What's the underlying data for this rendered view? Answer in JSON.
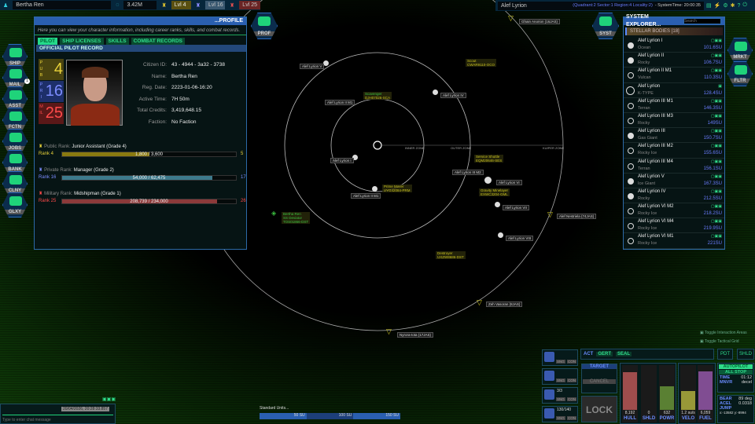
{
  "topbar": {
    "pilot": "Bertha Ren",
    "credits": "3.42M",
    "pub_lvl": "Lvl 4",
    "pri_lvl": "Lvl 16",
    "mil_lvl": "Lvl 25"
  },
  "system_bar": {
    "system": "Alef Lyrion",
    "location": "(Quadrant:2 Sector:1 Region:4 Locality:2)",
    "time": "- SystemTime: 20:00:35"
  },
  "left_nav": [
    {
      "label": "SHIP"
    },
    {
      "label": "MAIL",
      "badge": "1"
    },
    {
      "label": "ASST"
    },
    {
      "label": "FCTN"
    },
    {
      "label": "JOBS"
    },
    {
      "label": "BANK"
    },
    {
      "label": "CLNY"
    },
    {
      "label": "GLXY"
    }
  ],
  "right_nav": [
    {
      "label": "MRKT"
    },
    {
      "label": "FLTR"
    }
  ],
  "prof_button": "PROF",
  "syst_button": "SYST",
  "profile": {
    "title": "...PROFILE",
    "description": "Here you can view your character information, including career ranks, skills, and combat records.",
    "tabs": [
      "PILOT",
      "SHIP LICENSES",
      "SKILLS",
      "COMBAT RECORDS"
    ],
    "section": "OFFICIAL PILOT RECORD",
    "badges": [
      {
        "code": "PUB",
        "value": "4",
        "color": "#e8d23a"
      },
      {
        "code": "PRI",
        "value": "16",
        "color": "#7c8cff"
      },
      {
        "code": "MIL",
        "value": "25",
        "color": "#ff4a4a"
      }
    ],
    "fields": [
      {
        "label": "Citizen ID:",
        "value": "43 - 4944 - 3a32 - 3738"
      },
      {
        "label": "Name:",
        "value": "Bertha Ren"
      },
      {
        "label": "Reg. Date:",
        "value": "2223-01-06-16:20"
      },
      {
        "label": "Active Time:",
        "value": "7H 50m"
      },
      {
        "label": "Total Credits:",
        "value": "3,419,648.15"
      },
      {
        "label": "Faction:",
        "value": "No Faction"
      }
    ],
    "ranks": [
      {
        "kind": "Public Rank:",
        "title": "Junior Assistant (Grade 4)",
        "rank": "Rank 4",
        "progress": "1,800 / 3,600",
        "fraction": 0.5,
        "next": "5",
        "color": "#8a7a10",
        "text": "#e8d23a"
      },
      {
        "kind": "Private Rank:",
        "title": "Manager (Grade 2)",
        "rank": "Rank 16",
        "progress": "54,000 / 62,475",
        "fraction": 0.864,
        "next": "17",
        "color": "#3d7a8c",
        "text": "#7c8cff"
      },
      {
        "kind": "Military Rank:",
        "title": "Midshipman (Grade 1)",
        "rank": "Rank 25",
        "progress": "208,739 / 234,000",
        "fraction": 0.892,
        "next": "26",
        "color": "#8c3a3a",
        "text": "#ff4a4a"
      }
    ]
  },
  "map": {
    "zones": [
      "INNER ZONE",
      "OUTER ZONE",
      "KUIPER ZONE"
    ],
    "planets": [
      "Alef Lyrion V",
      "Alef Lyrion IV",
      "Alef Lyrion II M1",
      "Alef Lyrion I",
      "Alef Lyrion II M1",
      "Alef Lyrion VI",
      "Alef Lyrion VII",
      "Alef Lyrion VIII",
      "Alef Lyrion III M2"
    ],
    "ships": [
      {
        "name": "Scout",
        "code": "CWAR9110-OCO"
      },
      {
        "name": "Scavenger",
        "code": "DJH07026-SCA"
      },
      {
        "name": "Service Shuttle",
        "code": "EQM20646-SES"
      },
      {
        "name": "Prime Mover",
        "code": "VYG42084-PRM"
      },
      {
        "name": "Gravity Minelayer",
        "code": "EXWC3204-GML"
      },
      {
        "name": "Destroyer",
        "code": "UXZW8686-DST"
      }
    ],
    "player": {
      "name": "Bertha Ren",
      "ship": "SS Deviator",
      "code": "TOS01866-DST"
    },
    "gates": [
      "Ghain Anorion (16JAS)",
      "Alef Nestriela (74JAS)",
      "Zeh Vasoran (8JAS)",
      "Nyrora-Iota (17JAS)"
    ]
  },
  "explorer": {
    "title": "SYSTEM EXPLORER...",
    "search_placeholder": "Search",
    "category": "STELLAR BODIES [18]",
    "bodies": [
      {
        "name": "Alef Lyrion I",
        "type": "Ocean",
        "dist": "101.6SU"
      },
      {
        "name": "Alef Lyrion II",
        "type": "Rocky",
        "dist": "106.7SU"
      },
      {
        "name": "Alef Lyrion II M1",
        "type": "Vulcan",
        "dist": "110.3SU"
      },
      {
        "name": "Alef Lyrion",
        "type": "K-TYPE",
        "dist": "128.4SU"
      },
      {
        "name": "Alef Lyrion III M1",
        "type": "Terran",
        "dist": "146.3SU"
      },
      {
        "name": "Alef Lyrion III M3",
        "type": "Rocky",
        "dist": "149SU"
      },
      {
        "name": "Alef Lyrion III",
        "type": "Gas Giant",
        "dist": "150.7SU"
      },
      {
        "name": "Alef Lyrion III M2",
        "type": "Rocky Ice",
        "dist": "155.6SU"
      },
      {
        "name": "Alef Lyrion III M4",
        "type": "Terran",
        "dist": "156.1SU"
      },
      {
        "name": "Alef Lyrion V",
        "type": "Ice Giant",
        "dist": "167.3SU"
      },
      {
        "name": "Alef Lyrion IV",
        "type": "Rocky",
        "dist": "212.5SU"
      },
      {
        "name": "Alef Lyrion VI M2",
        "type": "Rocky Ice",
        "dist": "218.2SU"
      },
      {
        "name": "Alef Lyrion VI M4",
        "type": "Rocky Ice",
        "dist": "219.9SU"
      },
      {
        "name": "Alef Lyrion VI M1",
        "type": "Rocky Ice",
        "dist": "221SU"
      }
    ]
  },
  "toggles": [
    "Toggle Interaction Areas",
    "Toggle Tactical Grid"
  ],
  "chat": {
    "timestamp": "20/04/2026, 20:28:33.857",
    "placeholder": "Type to enter chat message"
  },
  "scale": {
    "title": "Standard Units...",
    "marks": [
      "50 SU",
      "100 SU",
      "150 SU"
    ]
  },
  "hud": {
    "modes": [
      "ACT",
      "GERT",
      "SEAL"
    ],
    "pdt": "PDT",
    "shld_btn": "SHLD",
    "target": "TARGET",
    "cancel": "CANCEL",
    "lock": "LOCK",
    "slots": [
      {
        "count": "",
        "a": "SNG",
        "b": "CON"
      },
      {
        "count": "",
        "a": "SNG",
        "b": "CON"
      },
      {
        "count": "3/3",
        "a": "SNG",
        "b": "CON"
      },
      {
        "count": "130/140",
        "a": "SNG",
        "b": "CON"
      }
    ],
    "gauges": [
      {
        "label": "HULL",
        "value": "8,192",
        "fill": 0.88,
        "color": "#c05a5a"
      },
      {
        "label": "SHLD",
        "value": "0",
        "fill": 0,
        "color": "#555"
      },
      {
        "label": "POWR",
        "value": "632",
        "fill": 0.55,
        "color": "#6a9a3a"
      },
      {
        "label": "VELO",
        "value": "1.2 su/s",
        "fill": 0.45,
        "color": "#b8b840"
      },
      {
        "label": "FUEL",
        "value": "6,059",
        "fill": 0.9,
        "color": "#9a5ab0"
      }
    ],
    "autopilot": "AUTOPILOT",
    "all_stop": "ALL STOP",
    "time_label": "TIME",
    "time_value": "01:12",
    "mnvr_label": "MNVR",
    "mnvr_value": "decel",
    "bear_label": "BEAR",
    "bear_value": "89 deg",
    "acel_label": "ACEL",
    "acel_value": "0.0318",
    "jump_label": "JUMP",
    "coords": "x:-13582 y:-8994"
  }
}
